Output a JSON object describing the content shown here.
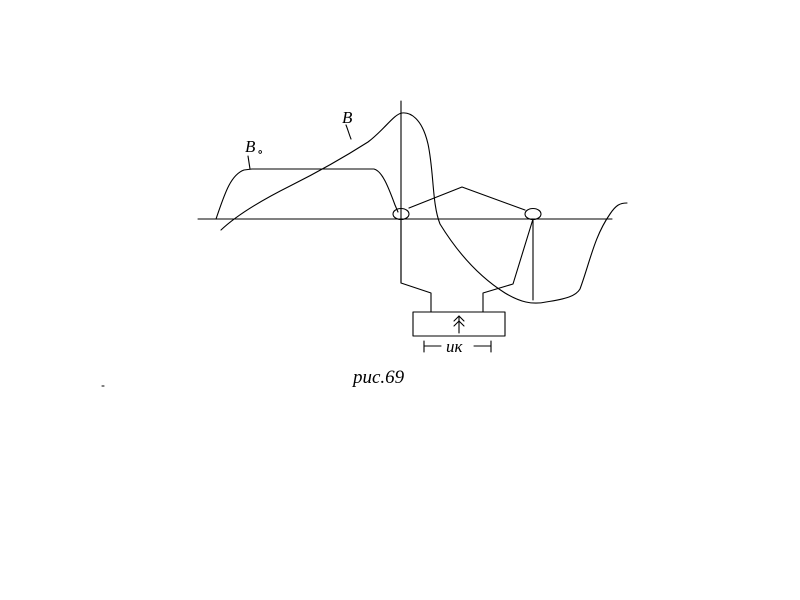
{
  "figure": {
    "curve_b_label": "B",
    "curve_b0_label": "B",
    "curve_b0_subscript": "∘",
    "source_label": "ик",
    "caption": "рис.69"
  }
}
